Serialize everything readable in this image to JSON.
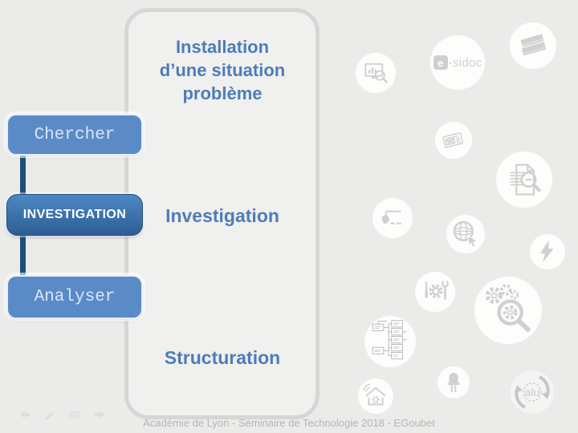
{
  "slide": {
    "title_lines": [
      "Installation",
      "d’une situation",
      "problème"
    ],
    "footer": "Académie de Lyon - Séminaire de Technologie 2018 - EGoubet"
  },
  "flowchart": {
    "boxes": [
      {
        "label": "Chercher"
      },
      {
        "label": "INVESTIGATION"
      },
      {
        "label": "Analyser"
      }
    ],
    "stage_labels": {
      "investigation": "Investigation",
      "structuration": "Structuration"
    }
  },
  "icons": {
    "esidoc_e": "e",
    "esidoc_rest": "-sidoc",
    "alu_label": "alu",
    "names": [
      "monitor-search-icon",
      "esidoc-icon",
      "books-icon",
      "newspaper-icon",
      "document-search-icon",
      "hand-tablet-icon",
      "globe-cursor-icon",
      "lightning-icon",
      "tools-icon",
      "gears-search-icon",
      "tree-diagram-icon",
      "smart-home-icon",
      "led-icon",
      "alu-recycle-icon"
    ]
  },
  "colors": {
    "accent_blue": "#4d7db8",
    "box_light_blue": "#5b8bc7",
    "box_dark_blue": "#2d5e93",
    "connector_navy": "#1f4e79",
    "icon_gray": "#d0d0cf",
    "background": "#ebebea"
  }
}
